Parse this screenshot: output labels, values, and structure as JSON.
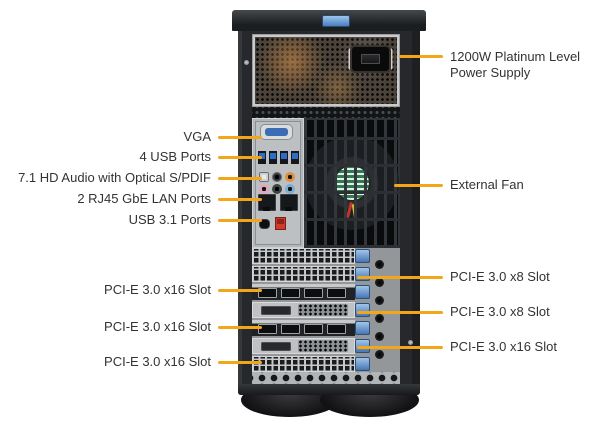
{
  "colors": {
    "leader": "#F2A71B",
    "label-text": "#333333",
    "chassis-dark": "#26282b",
    "panel-silver": "#b9bcbe",
    "usb3-blue": "#2e6cc8",
    "clip-blue": "#5b93cf"
  },
  "callouts": {
    "left": [
      {
        "text": "VGA"
      },
      {
        "text": "4 USB Ports"
      },
      {
        "text": "7.1 HD Audio with Optical S/PDIF"
      },
      {
        "text": "2 RJ45 GbE LAN Ports"
      },
      {
        "text": "USB 3.1 Ports"
      },
      {
        "text": "PCI-E 3.0 x16 Slot"
      },
      {
        "text": "PCI-E 3.0 x16 Slot"
      },
      {
        "text": "PCI-E 3.0 x16 Slot"
      }
    ],
    "right": [
      {
        "text": "1200W Platinum Level Power Supply"
      },
      {
        "text": "External Fan"
      },
      {
        "text": "PCI-E 3.0 x8 Slot"
      },
      {
        "text": "PCI-E 3.0 x8 Slot"
      },
      {
        "text": "PCI-E 3.0 x16 Slot"
      }
    ]
  }
}
